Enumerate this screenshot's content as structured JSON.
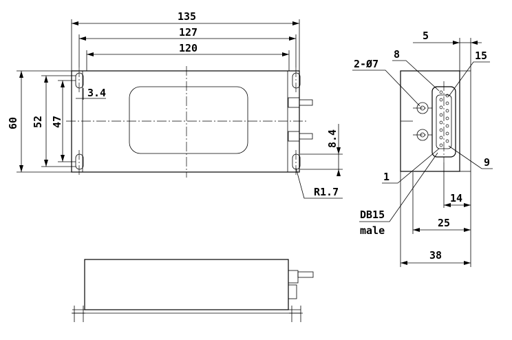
{
  "dimensions": {
    "overall_length": "135",
    "flange_length": "127",
    "hole_spacing": "120",
    "height_60": "60",
    "height_52": "52",
    "height_47": "47",
    "slot_offset": "3.4",
    "connector_offset": "8.4",
    "radius": "R1.7",
    "side_5": "5",
    "side_14": "14",
    "side_25": "25",
    "side_38": "38"
  },
  "callouts": {
    "holes": "2-Ø7",
    "pin_8": "8",
    "pin_15": "15",
    "pin_1": "1",
    "pin_9": "9",
    "connector_line1": "DB15",
    "connector_line2": "male"
  }
}
